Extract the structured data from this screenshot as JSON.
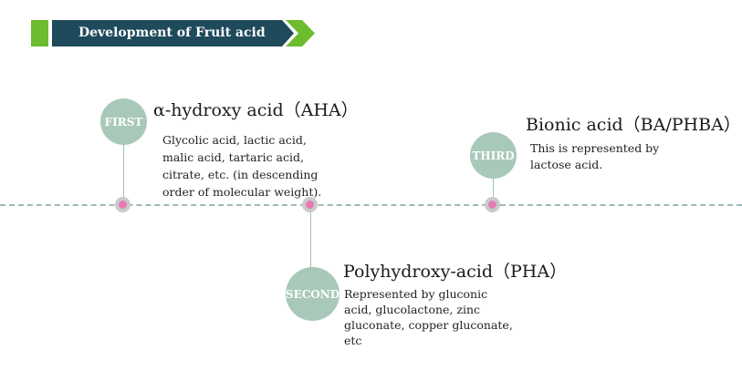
{
  "header": {
    "title": "Development of Fruit acid"
  },
  "stages": [
    {
      "badge": "FIRST",
      "title": "α-hydroxy acid（AHA）",
      "description": "Glycolic acid, lactic acid, malic acid, tartaric acid, citrate, etc. (in descending order of molecular weight)."
    },
    {
      "badge": "SECOND",
      "title": "Polyhydroxy-acid（PHA）",
      "description": "Represented by gluconic acid, glucolactone, zinc gluconate, copper gluconate, etc"
    },
    {
      "badge": "THIRD",
      "title": "Bionic acid（BA/PHBA）",
      "description": "This is represented by lactose acid."
    }
  ],
  "colors": {
    "accent_green": "#6dbb2e",
    "banner_navy": "#1f4a5c",
    "circle_sage": "#a8c9b9",
    "dot_pink": "#e879b8",
    "line_gray": "#9fb9b9"
  }
}
